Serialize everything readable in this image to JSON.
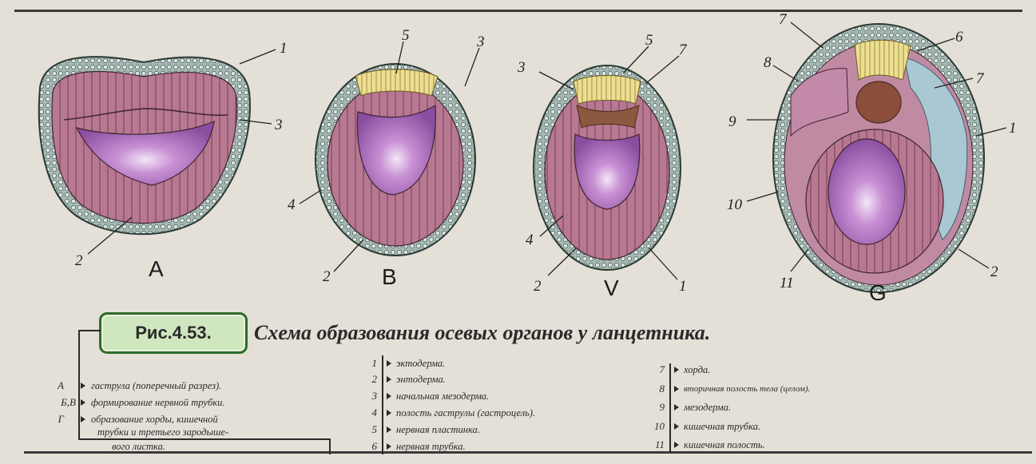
{
  "panels": {
    "A": {
      "letter": "A",
      "numbers": [
        "1",
        "3",
        "2"
      ]
    },
    "B": {
      "letter": "B",
      "numbers": [
        "5",
        "3",
        "4",
        "2"
      ]
    },
    "V": {
      "letter": "V",
      "numbers": [
        "3",
        "5",
        "7",
        "4",
        "2",
        "1"
      ]
    },
    "G": {
      "letter": "G",
      "numbers": [
        "7",
        "6",
        "8",
        "7",
        "9",
        "1",
        "10",
        "11",
        "2"
      ]
    }
  },
  "figure": {
    "badge": "Рис.4.53.",
    "title": "Схема образования осевых органов у ланцетника."
  },
  "legend_left": [
    {
      "key": "А",
      "text": "гаструла (поперечный разрез)."
    },
    {
      "key": "Б,В",
      "text": "формирование нервной трубки."
    },
    {
      "key": "Г",
      "text": "образование хорды, кишечной"
    },
    {
      "key": "",
      "text": "трубки и третьего зародыше-"
    },
    {
      "key": "",
      "text": "вого листка."
    }
  ],
  "legend_mid": [
    {
      "key": "1",
      "text": "эктодерма."
    },
    {
      "key": "2",
      "text": "энтодерма."
    },
    {
      "key": "3",
      "text": "начальная мезодерма."
    },
    {
      "key": "4",
      "text": "полость гаструлы (гастроцель)."
    },
    {
      "key": "5",
      "text": "нервная пластинка."
    },
    {
      "key": "6",
      "text": "нервная трубка."
    }
  ],
  "legend_right": [
    {
      "key": "7",
      "text": "хорда."
    },
    {
      "key": "8",
      "text": "вторичная полость тела (целом)."
    },
    {
      "key": "9",
      "text": "мезодерма."
    },
    {
      "key": "10",
      "text": "кишечная трубка."
    },
    {
      "key": "11",
      "text": "кишечная полость."
    }
  ],
  "colors": {
    "ectoderm": "#8fa7a0",
    "endoderm": "#b9798f",
    "cavity": "#9c5fb0",
    "neural": "#e9dd8a",
    "chord": "#8a4e3b",
    "mesoderm": "#a9c8d3",
    "badge": "#cfe6bf"
  }
}
